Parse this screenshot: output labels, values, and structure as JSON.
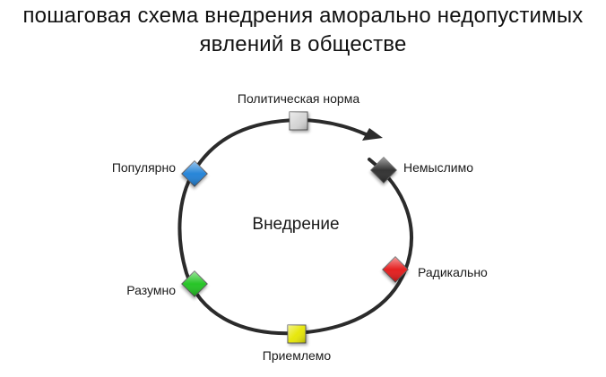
{
  "title": {
    "line1": "пошаговая схема внедрения аморально недопустимых",
    "line2": "явлений в обществе"
  },
  "diagram": {
    "center_label": "Внедрение",
    "stages": [
      {
        "label": "Политическая норма",
        "color": "#d4d4d4"
      },
      {
        "label": "Популярно",
        "color": "#1f7fd6"
      },
      {
        "label": "Разумно",
        "color": "#1fc21f"
      },
      {
        "label": "Приемлемо",
        "color": "#e6e600"
      },
      {
        "label": "Радикально",
        "color": "#e31414"
      },
      {
        "label": "Немыслимо",
        "color": "#2a2a2a"
      }
    ]
  }
}
